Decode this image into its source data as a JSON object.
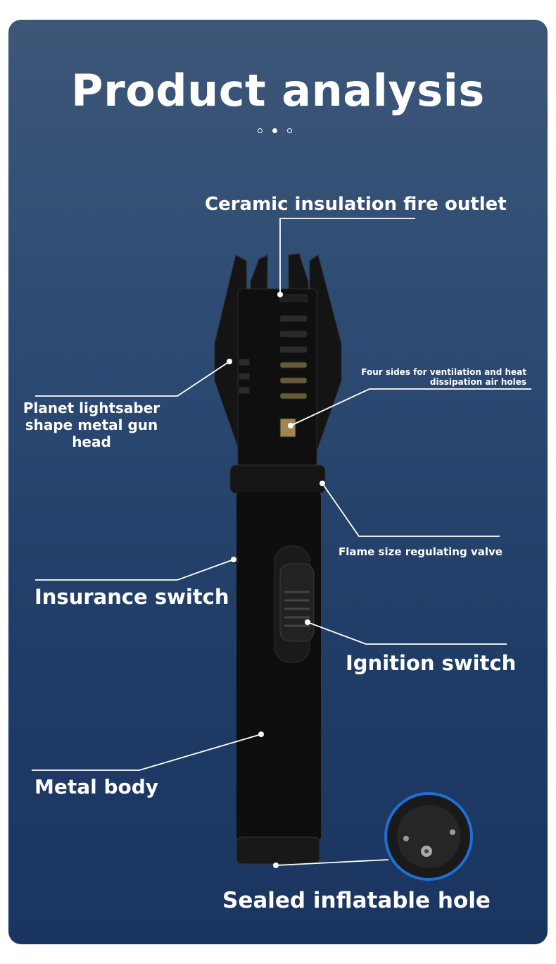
{
  "title": "Product analysis",
  "pager": {
    "count": 3,
    "active": 1
  },
  "labels": {
    "ceramic": "Ceramic insulation fire outlet",
    "planet_1": "Planet lightsaber",
    "planet_2": "shape metal gun",
    "planet_3": "head",
    "four_1": "Four sides for ventilation and heat",
    "four_2": "dissipation air holes",
    "flame": "Flame size regulating valve",
    "insurance": "Insurance switch",
    "ignition": "Ignition switch",
    "metal": "Metal body",
    "sealed": "Sealed inflatable hole"
  },
  "colors": {
    "panel_top": "#3d5779",
    "panel_bottom": "#1a3560",
    "product": "#111111",
    "inset_ring": "#1f6fd6"
  }
}
